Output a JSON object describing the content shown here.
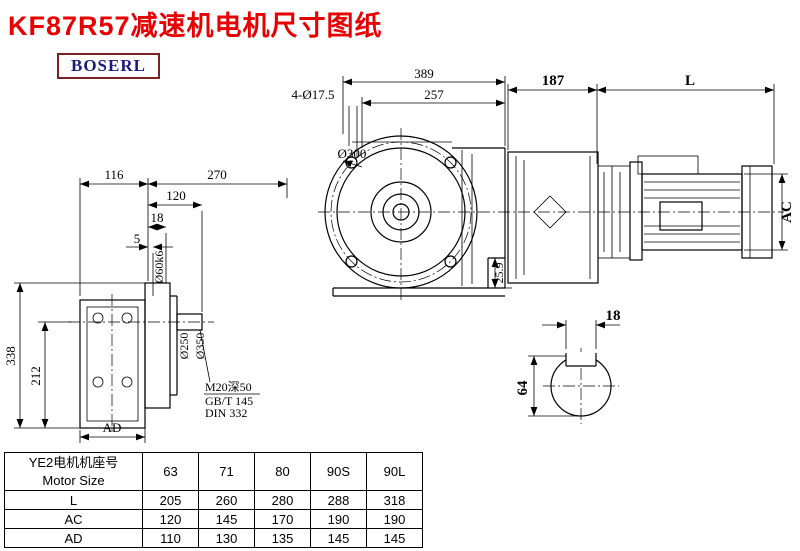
{
  "page": {
    "title": "KF87R57减速机电机尺寸图纸",
    "logo": "BOSERL"
  },
  "front_view": {
    "dim_total_width": "389",
    "dim_flange_width": "257",
    "holes_label": "4-Ø17.5",
    "flange_dia": "Ø300",
    "dim_foot": "25.9"
  },
  "side_view": {
    "dim_gear_length": "187",
    "dim_motor_length": "L",
    "dim_motor_height": "AC"
  },
  "left_view": {
    "dim_116": "116",
    "dim_270": "270",
    "dim_120": "120",
    "dim_18": "18",
    "dim_5": "5",
    "shaft_dia": "Ø60k6",
    "spigot_dia": "Ø250",
    "flange_od": "Ø350",
    "dim_338": "338",
    "dim_212": "212",
    "dim_AD": "AD",
    "thread_note": "M20深50",
    "std_gb": "GB/T 145",
    "std_din": "DIN 332"
  },
  "shaft_section": {
    "key_width": "18",
    "shaft_height": "64"
  },
  "table": {
    "header_cn": "YE2电机机座号",
    "header_en": "Motor Size",
    "cols": [
      "63",
      "71",
      "80",
      "90S",
      "90L"
    ],
    "rows": [
      {
        "label": "L",
        "values": [
          "205",
          "260",
          "280",
          "288",
          "318"
        ]
      },
      {
        "label": "AC",
        "values": [
          "120",
          "145",
          "170",
          "190",
          "190"
        ]
      },
      {
        "label": "AD",
        "values": [
          "110",
          "130",
          "135",
          "145",
          "145"
        ]
      }
    ]
  }
}
